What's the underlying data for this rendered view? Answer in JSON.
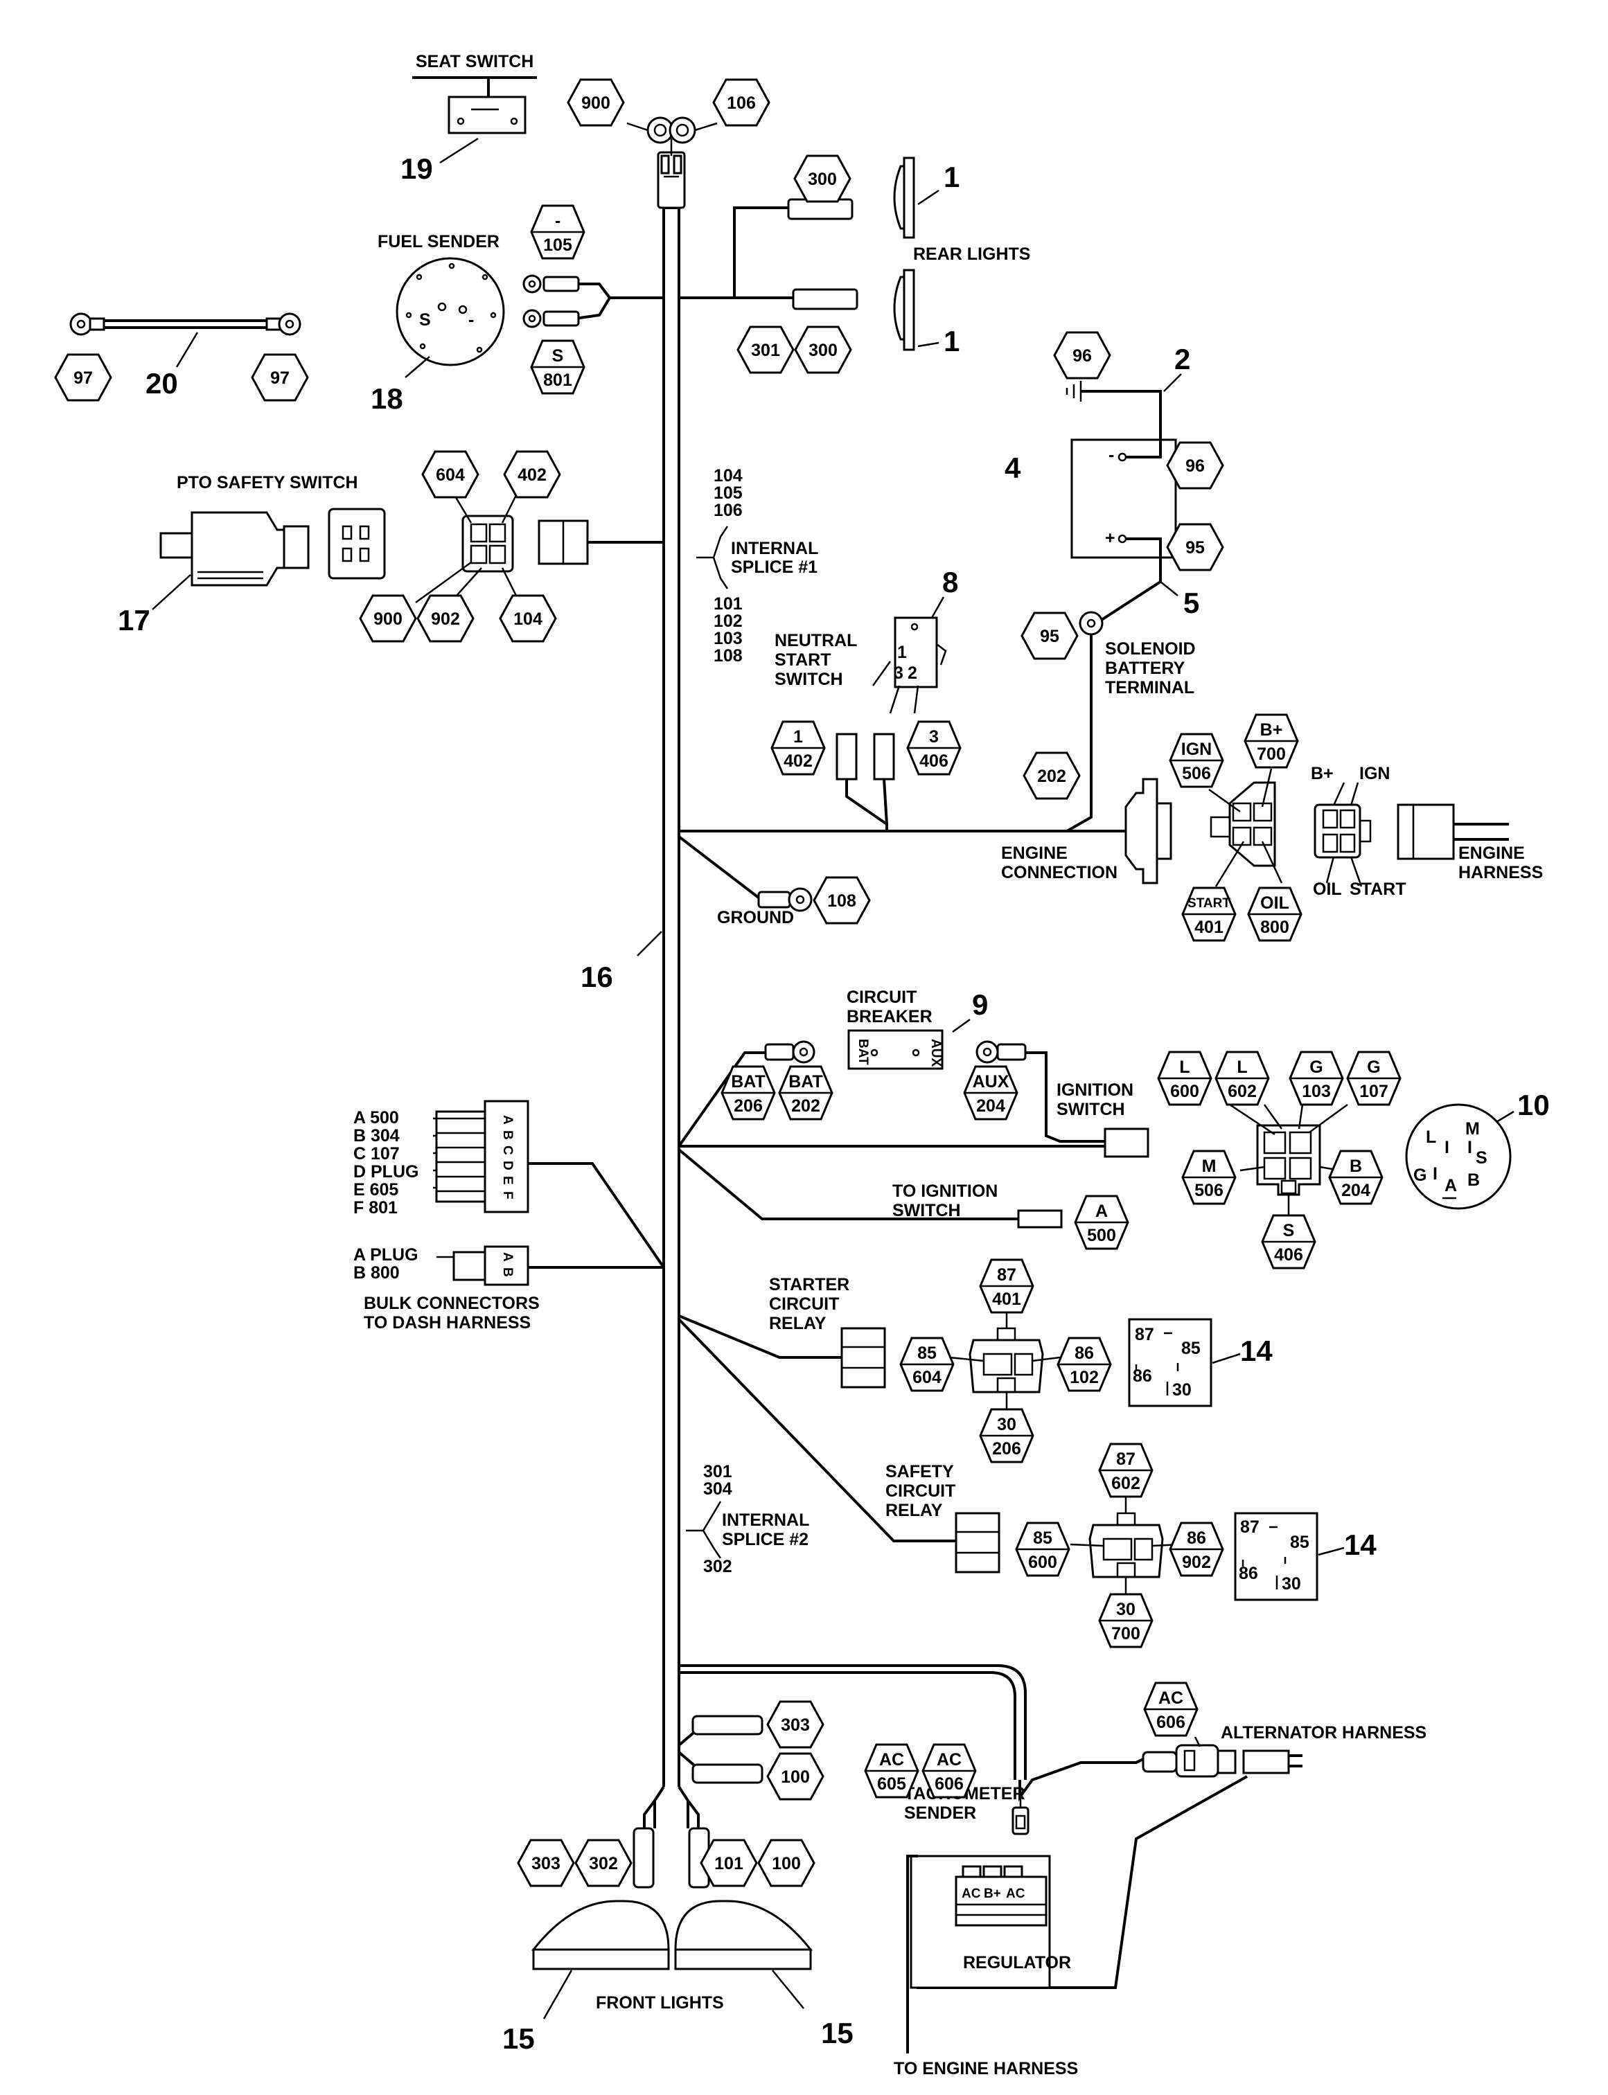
{
  "labels": {
    "seat_switch": "SEAT SWITCH",
    "fuel_sender": "FUEL SENDER",
    "rear_lights": "REAR LIGHTS",
    "pto_safety_switch": "PTO SAFETY SWITCH",
    "internal_splice_1_a": "INTERNAL",
    "internal_splice_1_b": "SPLICE #1",
    "neutral_start_a": "NEUTRAL",
    "neutral_start_b": "START",
    "neutral_start_c": "SWITCH",
    "solenoid_a": "SOLENOID",
    "solenoid_b": "BATTERY",
    "solenoid_c": "TERMINAL",
    "engine_connection_a": "ENGINE",
    "engine_connection_b": "CONNECTION",
    "engine_harness_a": "ENGINE",
    "engine_harness_b": "HARNESS",
    "ground": "GROUND",
    "circuit_breaker_a": "CIRCUIT",
    "circuit_breaker_b": "BREAKER",
    "ignition_switch_a": "IGNITION",
    "ignition_switch_b": "SWITCH",
    "to_ignition_a": "TO IGNITION",
    "to_ignition_b": "SWITCH",
    "bulk_connectors_a": "BULK CONNECTORS",
    "bulk_connectors_b": "TO DASH HARNESS",
    "starter_relay_a": "STARTER",
    "starter_relay_b": "CIRCUIT",
    "starter_relay_c": "RELAY",
    "safety_relay_a": "SAFETY",
    "safety_relay_b": "CIRCUIT",
    "safety_relay_c": "RELAY",
    "internal_splice_2_a": "INTERNAL",
    "internal_splice_2_b": "SPLICE #2",
    "tachometer_a": "TACHOMETER",
    "tachometer_b": "SENDER",
    "alternator_harness": "ALTERNATOR HARNESS",
    "regulator": "REGULATOR",
    "front_lights": "FRONT LIGHTS",
    "to_engine_harness": "TO ENGINE HARNESS",
    "b_plus": "B+",
    "ign": "IGN",
    "oil": "OIL",
    "start": "START"
  },
  "callouts": {
    "c1a": "1",
    "c1b": "1",
    "c2": "2",
    "c4": "4",
    "c5": "5",
    "c8": "8",
    "c9": "9",
    "c10": "10",
    "c14a": "14",
    "c14b": "14",
    "c15a": "15",
    "c15b": "15",
    "c16": "16",
    "c17": "17",
    "c18": "18",
    "c19": "19",
    "c20": "20"
  },
  "splice1": {
    "top": [
      "104",
      "105",
      "106"
    ],
    "bottom": [
      "101",
      "102",
      "103",
      "108"
    ]
  },
  "splice2": {
    "top": [
      "301",
      "304"
    ],
    "bottom": [
      "302"
    ]
  },
  "bulk6": [
    "A 500",
    "B 304",
    "C 107",
    "D PLUG",
    "E 605",
    "F 801"
  ],
  "bulk6_pins": [
    "A",
    "B",
    "C",
    "D",
    "E",
    "F"
  ],
  "bulk2": [
    "A PLUG",
    "B 800"
  ],
  "bulk2_pins": [
    "A",
    "B"
  ],
  "neutral_pins": {
    "p1": "1",
    "p3": "3",
    "p2": "2"
  },
  "breaker_pins": {
    "bat": "BAT",
    "aux": "AUX"
  },
  "ignition_face": {
    "l": "L",
    "i": "I",
    "m": "M",
    "s": "S",
    "g": "G",
    "a": "A",
    "b": "B",
    "i2": "I"
  },
  "relay_face": {
    "p87": "87",
    "p85": "85",
    "p86": "86",
    "p30": "30"
  },
  "relay_face_2": {
    "p87": "87",
    "p85": "85",
    "p86": "86",
    "p30": "30"
  },
  "fuel_face": {
    "s": "S",
    "minus": "-"
  },
  "regulator_pins": {
    "ac1": "AC",
    "bplus": "B+",
    "ac2": "AC"
  },
  "tags": [
    {
      "id": "t_900a",
      "top": "",
      "bottom": "900"
    },
    {
      "id": "t_106a",
      "top": "",
      "bottom": "106"
    },
    {
      "id": "t_300a",
      "top": "",
      "bottom": "300"
    },
    {
      "id": "t_105",
      "top": "-",
      "bottom": "105"
    },
    {
      "id": "t_301a",
      "top": "",
      "bottom": "301"
    },
    {
      "id": "t_300b",
      "top": "",
      "bottom": "300"
    },
    {
      "id": "t_s801",
      "top": "S",
      "bottom": "801"
    },
    {
      "id": "t_97a",
      "top": "",
      "bottom": "97"
    },
    {
      "id": "t_97b",
      "top": "",
      "bottom": "97"
    },
    {
      "id": "t_96a",
      "top": "",
      "bottom": "96"
    },
    {
      "id": "t_96b",
      "top": "",
      "bottom": "96"
    },
    {
      "id": "t_95a",
      "top": "",
      "bottom": "95"
    },
    {
      "id": "t_95b",
      "top": "",
      "bottom": "95"
    },
    {
      "id": "t_604a",
      "top": "",
      "bottom": "604"
    },
    {
      "id": "t_402a",
      "top": "",
      "bottom": "402"
    },
    {
      "id": "t_900b",
      "top": "",
      "bottom": "900"
    },
    {
      "id": "t_902a",
      "top": "",
      "bottom": "902"
    },
    {
      "id": "t_104",
      "top": "",
      "bottom": "104"
    },
    {
      "id": "t_1_402",
      "top": "1",
      "bottom": "402"
    },
    {
      "id": "t_3_406",
      "top": "3",
      "bottom": "406"
    },
    {
      "id": "t_202a",
      "top": "",
      "bottom": "202"
    },
    {
      "id": "t_ign506",
      "top": "IGN",
      "bottom": "506"
    },
    {
      "id": "t_bp700",
      "top": "B+",
      "bottom": "700"
    },
    {
      "id": "t_start401",
      "top": "START",
      "bottom": "401"
    },
    {
      "id": "t_oil800",
      "top": "OIL",
      "bottom": "800"
    },
    {
      "id": "t_108",
      "top": "",
      "bottom": "108"
    },
    {
      "id": "t_bat206",
      "top": "BAT",
      "bottom": "206"
    },
    {
      "id": "t_bat202",
      "top": "BAT",
      "bottom": "202"
    },
    {
      "id": "t_aux204",
      "top": "AUX",
      "bottom": "204"
    },
    {
      "id": "t_l600",
      "top": "L",
      "bottom": "600"
    },
    {
      "id": "t_l602",
      "top": "L",
      "bottom": "602"
    },
    {
      "id": "t_g103",
      "top": "G",
      "bottom": "103"
    },
    {
      "id": "t_g107",
      "top": "G",
      "bottom": "107"
    },
    {
      "id": "t_m506",
      "top": "M",
      "bottom": "506"
    },
    {
      "id": "t_b204",
      "top": "B",
      "bottom": "204"
    },
    {
      "id": "t_s406",
      "top": "S",
      "bottom": "406"
    },
    {
      "id": "t_a500",
      "top": "A",
      "bottom": "500"
    },
    {
      "id": "t_87_401",
      "top": "87",
      "bottom": "401"
    },
    {
      "id": "t_85_604",
      "top": "85",
      "bottom": "604"
    },
    {
      "id": "t_86_102",
      "top": "86",
      "bottom": "102"
    },
    {
      "id": "t_30_206",
      "top": "30",
      "bottom": "206"
    },
    {
      "id": "t_87_602",
      "top": "87",
      "bottom": "602"
    },
    {
      "id": "t_85_600",
      "top": "85",
      "bottom": "600"
    },
    {
      "id": "t_86_902",
      "top": "86",
      "bottom": "902"
    },
    {
      "id": "t_30_700",
      "top": "30",
      "bottom": "700"
    },
    {
      "id": "t_303a",
      "top": "",
      "bottom": "303"
    },
    {
      "id": "t_100a",
      "top": "",
      "bottom": "100"
    },
    {
      "id": "t_ac605",
      "top": "AC",
      "bottom": "605"
    },
    {
      "id": "t_ac606a",
      "top": "AC",
      "bottom": "606"
    },
    {
      "id": "t_ac606b",
      "top": "AC",
      "bottom": "606"
    },
    {
      "id": "t_303b",
      "top": "",
      "bottom": "303"
    },
    {
      "id": "t_302",
      "top": "",
      "bottom": "302"
    },
    {
      "id": "t_101",
      "top": "",
      "bottom": "101"
    },
    {
      "id": "t_100b",
      "top": "",
      "bottom": "100"
    }
  ]
}
